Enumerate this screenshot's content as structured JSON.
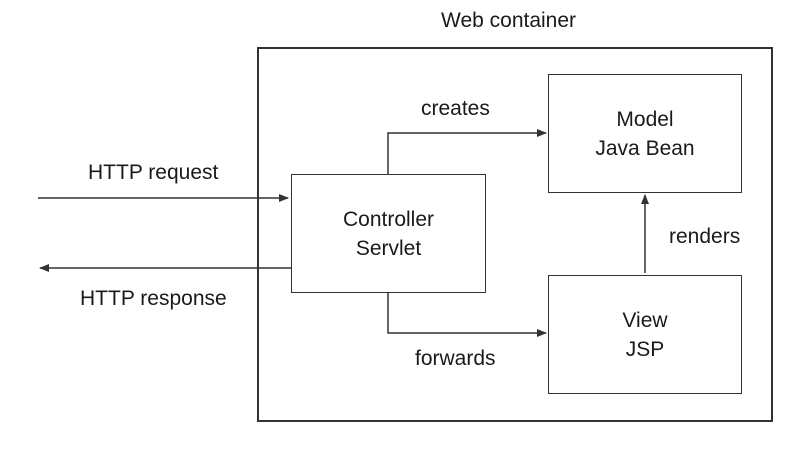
{
  "title": "Web container",
  "boxes": {
    "controller": {
      "line1": "Controller",
      "line2": "Servlet"
    },
    "model": {
      "line1": "Model",
      "line2": "Java Bean"
    },
    "view": {
      "line1": "View",
      "line2": "JSP"
    }
  },
  "edges": {
    "request": "HTTP request",
    "response": "HTTP response",
    "creates": "creates",
    "forwards": "forwards",
    "renders": "renders"
  },
  "colors": {
    "stroke": "#333333",
    "background": "#ffffff"
  }
}
